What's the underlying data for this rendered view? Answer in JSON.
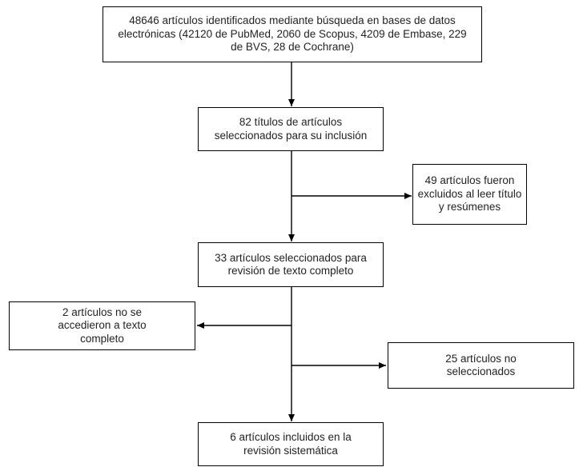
{
  "diagram": {
    "type": "flowchart",
    "language": "es",
    "background_color": "#ffffff",
    "box_border_color": "#000000",
    "arrow_color": "#000000",
    "text_color": "#232323",
    "nodes": [
      {
        "id": "articles-identified",
        "value": 48646,
        "lines": [
          "48646 artículos identificados mediante búsqueda en bases de datos",
          "electrónicas (42120 de PubMed, 2060 de Scopus, 4209 de Embase, 229",
          "de BVS, 28 de Cochrane)"
        ],
        "text": "48646 artículos identificados mediante búsqueda en bases de datos electrónicas (42120 de PubMed, 2060 de Scopus, 4209 de Embase, 229 de BVS, 28 de Cochrane)"
      },
      {
        "id": "titles-selected",
        "value": 82,
        "lines": [
          "82 títulos de artículos",
          "seleccionados para su inclusión"
        ],
        "text": "82 títulos de artículos seleccionados para su inclusión"
      },
      {
        "id": "excluded-title-abstract",
        "value": 49,
        "lines": [
          "49 artículos fueron",
          "excluidos al leer título",
          "y resúmenes"
        ],
        "text": "49 artículos fueron excluidos al leer título y resúmenes"
      },
      {
        "id": "fulltext-review",
        "value": 33,
        "lines": [
          "33 artículos seleccionados para",
          "revisión de texto completo"
        ],
        "text": "33 artículos seleccionados para revisión de texto completo"
      },
      {
        "id": "no-fulltext-access",
        "value": 2,
        "lines": [
          "2 artículos no se",
          "accedieron a texto",
          "completo"
        ],
        "text": "2 artículos no se accedieron a texto completo"
      },
      {
        "id": "not-selected",
        "value": 25,
        "lines": [
          "25 artículos no",
          "seleccionados"
        ],
        "text": "25 artículos no seleccionados"
      },
      {
        "id": "included-systematic-review",
        "value": 6,
        "lines": [
          "6 artículos incluidos en la",
          "revisión sistemática"
        ],
        "text": "6 artículos incluidos en la revisión sistemática"
      }
    ],
    "edges": [
      {
        "from": "articles-identified",
        "to": "titles-selected",
        "direction": "down"
      },
      {
        "from": "titles-selected",
        "to": "excluded-title-abstract",
        "direction": "right"
      },
      {
        "from": "titles-selected",
        "to": "fulltext-review",
        "direction": "down"
      },
      {
        "from": "fulltext-review",
        "to": "no-fulltext-access",
        "direction": "left"
      },
      {
        "from": "fulltext-review",
        "to": "not-selected",
        "direction": "right"
      },
      {
        "from": "fulltext-review",
        "to": "included-systematic-review",
        "direction": "down"
      }
    ]
  }
}
